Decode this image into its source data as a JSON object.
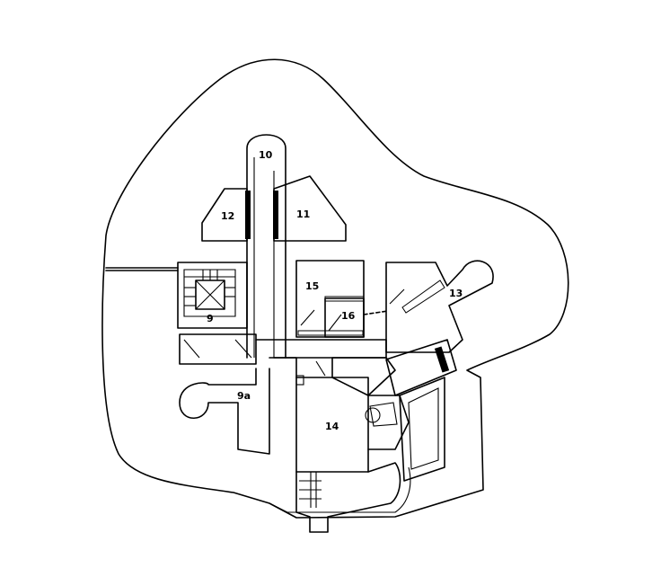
{
  "rooms": {
    "r10": "10",
    "r11": "11",
    "r12": "12",
    "r13": "13",
    "r14": "14",
    "r15": "15",
    "r16": "16",
    "r9": "9",
    "r9a": "9a"
  }
}
